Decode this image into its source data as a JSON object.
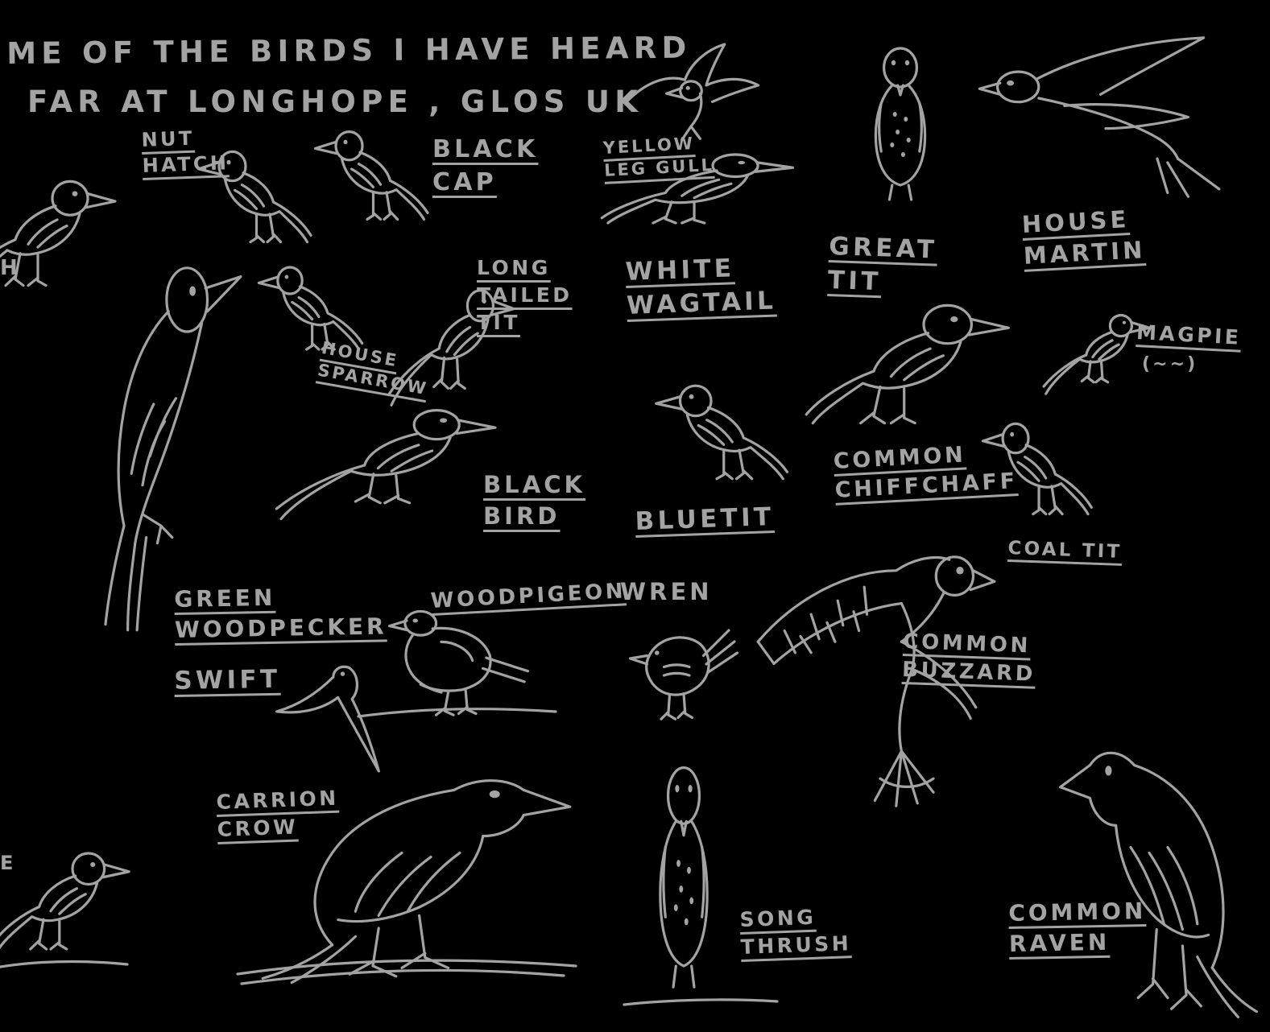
{
  "artwork": {
    "background": "#000000",
    "ink": "#a3a3a3",
    "title_line1": "ME OF THE BIRDS I HAVE HEARD",
    "title_line2": "FAR AT LONGHOPE , GLOS UK"
  },
  "labels": {
    "nut_hatch": "NUT\nHATCH",
    "black_cap": "BLACK\nCAP",
    "long_tailed_tit": "LONG\nTAILED\nTIT",
    "house_sparrow": "HOUSE\nSPARROW",
    "black_bird": "BLACK\nBIRD",
    "yellow_leg_gull": "YELLOW\nLEG GULL",
    "white_wagtail": "WHITE\nWAGTAIL",
    "great_tit": "GREAT\nTIT",
    "house_martin": "HOUSE\nMARTIN",
    "magpie": "MAGPIE",
    "magpie_note": "(~~)",
    "common_chiffchaff": "COMMON\nCHIFFCHAFF",
    "coal_tit": "COAL TIT",
    "bluetit": "BLUETIT",
    "wren": "WREN",
    "common_buzzard": "COMMON\nBUZZARD",
    "green_woodpecker": "GREEN\nWOODPECKER",
    "woodpigeon": "WOODPIGEON",
    "swift": "SWIFT",
    "carrion_crow": "CARRION\nCROW",
    "song_thrush": "SONG\nTHRUSH",
    "common_raven": "COMMON\nRAVEN",
    "edge_fragment_mid": "H",
    "edge_fragment_bottom": "E"
  },
  "birds": [
    "partial-bird-left-edge",
    "nuthatch",
    "blackcap",
    "house-sparrow",
    "long-tailed-tit",
    "blackbird",
    "green-woodpecker",
    "yellow-legged-gull",
    "white-wagtail",
    "great-tit",
    "house-martin",
    "chiffchaff",
    "blue-tit",
    "magpie",
    "coal-tit",
    "wren",
    "common-buzzard",
    "woodpigeon",
    "swift",
    "carrion-crow",
    "small-bird-bottom-left",
    "song-thrush",
    "common-raven"
  ]
}
